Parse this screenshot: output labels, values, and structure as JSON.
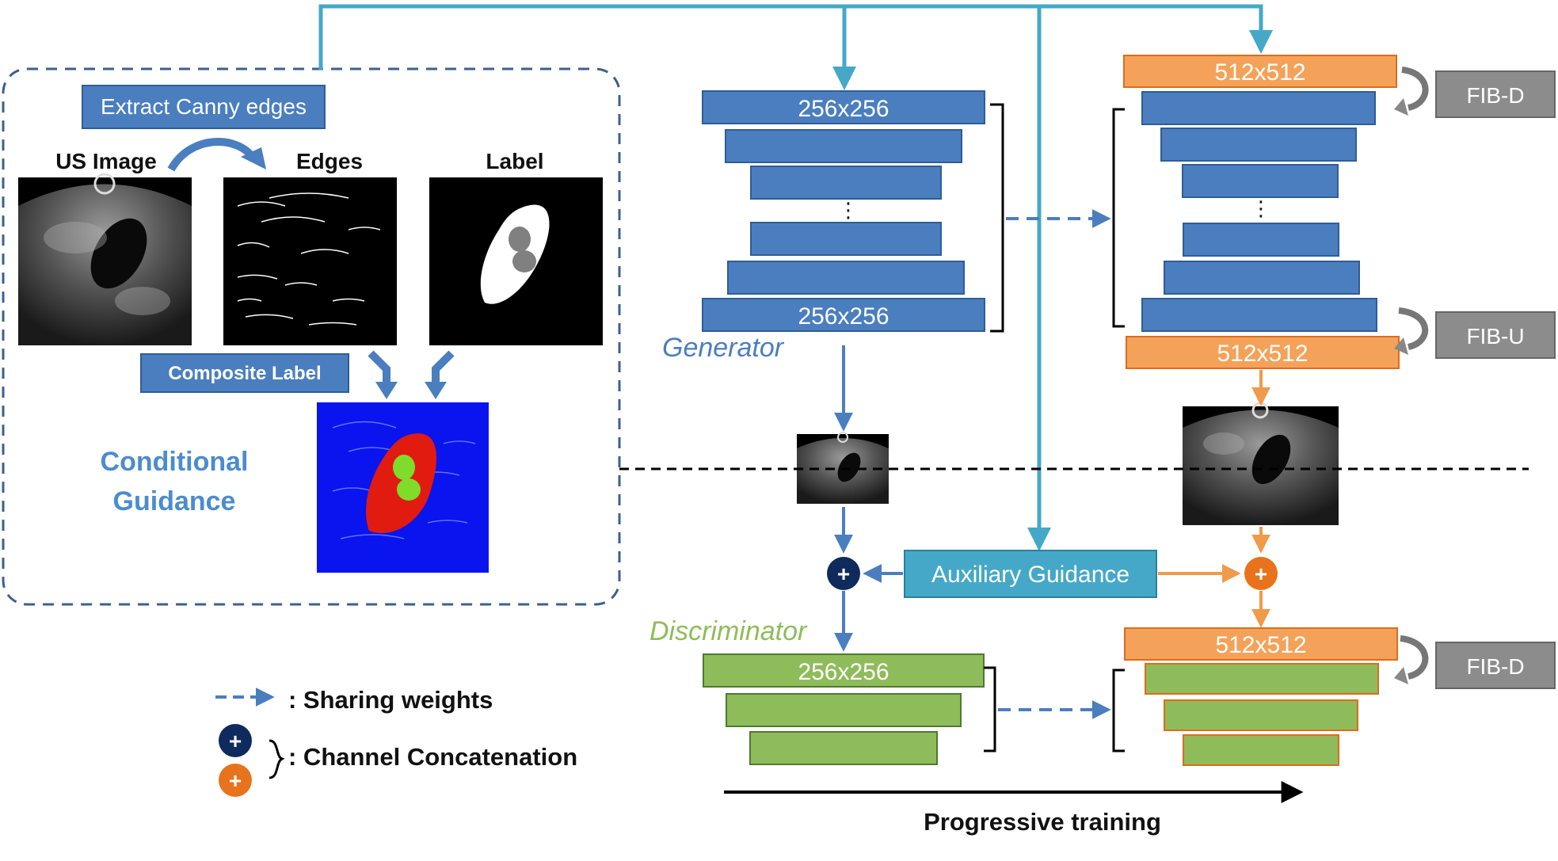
{
  "cond": {
    "extract_canny": "Extract Canny edges",
    "us_image": "US Image",
    "edges": "Edges",
    "label": "Label",
    "composite_label": "Composite Label",
    "title_line1": "Conditional",
    "title_line2": "Guidance"
  },
  "generator": {
    "title": "Generator",
    "top_size": "256x256",
    "bottom_size": "256x256",
    "dots": "⋮"
  },
  "gen512": {
    "top_size": "512x512",
    "bottom_size": "512x512",
    "dots": "⋮",
    "fib_d": "FIB-D",
    "fib_u": "FIB-U"
  },
  "aux": {
    "label": "Auxiliary Guidance"
  },
  "discriminator": {
    "title": "Discriminator",
    "size": "256x256",
    "size512": "512x512",
    "fib_d": "FIB-D"
  },
  "legend": {
    "sharing": ": Sharing weights",
    "concat": ": Channel Concatenation",
    "plus": "+"
  },
  "progressive": "Progressive training",
  "colors": {
    "blue_block": "#4a7ebf",
    "blue_border": "#2f5d96",
    "orange_block": "#f4a259",
    "orange_border": "#e06b1a",
    "green_block": "#8fbc5a",
    "green_border": "#4e7a2e",
    "cyan": "#45a8c8",
    "gray_box": "#8c8c8c",
    "navy": "#0f2a5c",
    "orange_circle": "#e8731c",
    "generator_text": "#4a7ebf",
    "discriminator_text": "#8fbc5a",
    "cond_text": "#4a8ccf"
  }
}
